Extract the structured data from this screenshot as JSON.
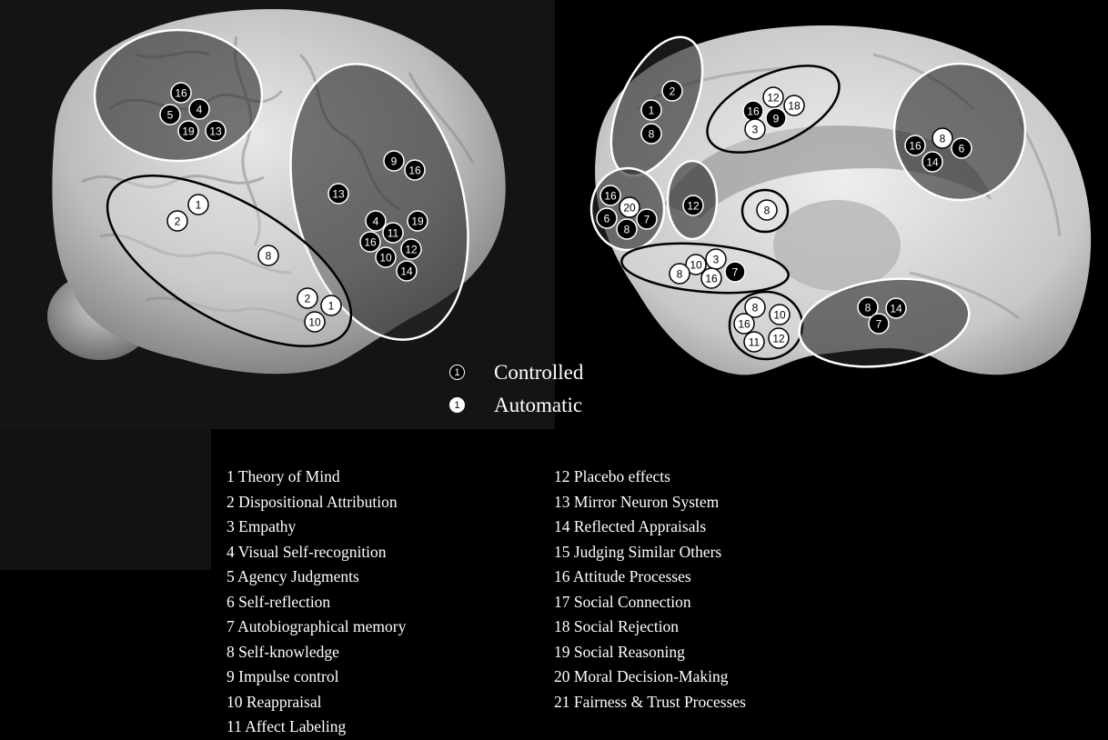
{
  "legend": {
    "marker_number": "1",
    "controlled_label": "Controlled",
    "automatic_label": "Automatic"
  },
  "key": {
    "left": [
      "1 Theory of Mind",
      "2 Dispositional Attribution",
      "3 Empathy",
      "4 Visual Self-recognition",
      "5 Agency Judgments",
      "6 Self-reflection",
      "7 Autobiographical memory",
      "8 Self-knowledge",
      "9 Impulse control",
      "10 Reappraisal",
      "11 Affect Labeling"
    ],
    "right": [
      "12 Placebo effects",
      "13 Mirror Neuron System",
      "14 Reflected Appraisals",
      "15 Judging Similar Others",
      "16 Attitude Processes",
      "17 Social Connection",
      "18 Social Rejection",
      "19 Social Reasoning",
      "20 Moral Decision-Making",
      "21 Fairness & Trust Processes"
    ]
  },
  "lateral_regions": [
    {
      "name": "lateral-parietal",
      "style": "controlled",
      "markers": [
        [
          "16",
          "controlled"
        ],
        [
          "5",
          "controlled"
        ],
        [
          "4",
          "controlled"
        ],
        [
          "19",
          "controlled"
        ],
        [
          "13",
          "controlled"
        ]
      ]
    },
    {
      "name": "lateral-prefrontal",
      "style": "controlled",
      "markers": [
        [
          "9",
          "controlled"
        ],
        [
          "16",
          "controlled"
        ],
        [
          "13",
          "controlled"
        ],
        [
          "4",
          "controlled"
        ],
        [
          "19",
          "controlled"
        ],
        [
          "16",
          "controlled"
        ],
        [
          "11",
          "controlled"
        ],
        [
          "12",
          "controlled"
        ],
        [
          "10",
          "controlled"
        ],
        [
          "14",
          "controlled"
        ]
      ]
    },
    {
      "name": "lateral-temporal",
      "style": "automatic",
      "markers": [
        [
          "1",
          "automatic"
        ],
        [
          "2",
          "automatic"
        ],
        [
          "8",
          "automatic"
        ],
        [
          "2",
          "automatic"
        ],
        [
          "1",
          "automatic"
        ],
        [
          "10",
          "automatic"
        ]
      ]
    }
  ],
  "medial_regions": [
    {
      "name": "medial-prefrontal-dorsal",
      "style": "controlled",
      "markers": [
        [
          "2",
          "controlled"
        ],
        [
          "1",
          "controlled"
        ],
        [
          "8",
          "controlled"
        ]
      ]
    },
    {
      "name": "anterior-cingulate-dorsal",
      "style": "automatic",
      "markers": [
        [
          "12",
          "automatic"
        ],
        [
          "18",
          "automatic"
        ],
        [
          "16",
          "controlled"
        ],
        [
          "9",
          "controlled"
        ],
        [
          "3",
          "automatic"
        ]
      ]
    },
    {
      "name": "precuneus",
      "style": "controlled",
      "markers": [
        [
          "8",
          "automatic"
        ],
        [
          "16",
          "controlled"
        ],
        [
          "6",
          "controlled"
        ],
        [
          "14",
          "controlled"
        ]
      ]
    },
    {
      "name": "medial-prefrontal-ventral",
      "style": "controlled",
      "markers": [
        [
          "16",
          "controlled"
        ],
        [
          "20",
          "automatic"
        ],
        [
          "6",
          "controlled"
        ],
        [
          "8",
          "controlled"
        ],
        [
          "7",
          "controlled"
        ]
      ]
    },
    {
      "name": "subgenual-cingulate",
      "style": "controlled",
      "markers": [
        [
          "12",
          "controlled"
        ]
      ]
    },
    {
      "name": "posterior-cingulate-small",
      "style": "automatic",
      "markers": [
        [
          "8",
          "automatic"
        ]
      ]
    },
    {
      "name": "ventral-prefrontal",
      "style": "automatic",
      "markers": [
        [
          "3",
          "automatic"
        ],
        [
          "10",
          "automatic"
        ],
        [
          "8",
          "automatic"
        ],
        [
          "16",
          "automatic"
        ],
        [
          "7",
          "controlled"
        ]
      ]
    },
    {
      "name": "amygdala",
      "style": "automatic",
      "markers": [
        [
          "8",
          "automatic"
        ],
        [
          "10",
          "automatic"
        ],
        [
          "16",
          "automatic"
        ],
        [
          "11",
          "automatic"
        ],
        [
          "12",
          "automatic"
        ]
      ]
    },
    {
      "name": "medial-temporal",
      "style": "controlled",
      "markers": [
        [
          "8",
          "controlled"
        ],
        [
          "14",
          "controlled"
        ],
        [
          "7",
          "controlled"
        ]
      ]
    }
  ]
}
